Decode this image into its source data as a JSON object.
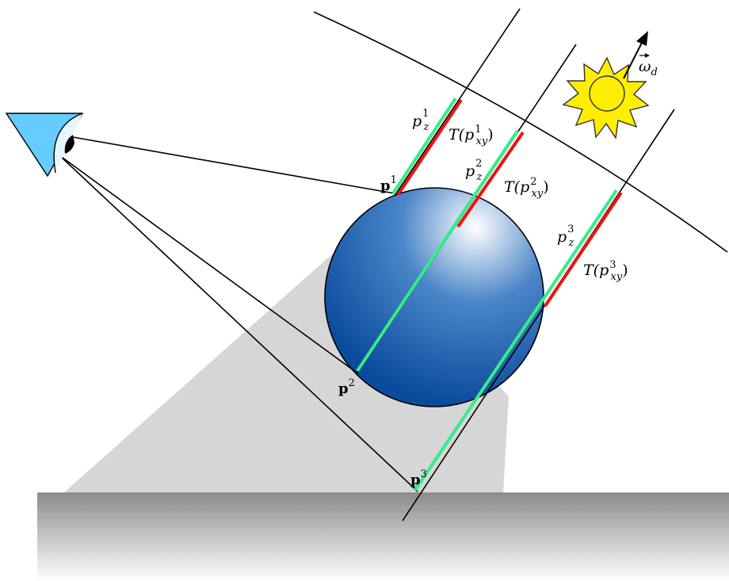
{
  "colors": {
    "eye_fill": "#66ccff",
    "sphere_highlight": "#ffffff",
    "sphere_mid": "#4a86c8",
    "sphere_dark": "#0a4b9c",
    "shadow": "#d6d6d6",
    "ground_top": "#8c8c8c",
    "ground_bottom": "#ffffff",
    "sun_fill": "#ffee00",
    "sun_stroke": "#333333",
    "depth_green": "#33ee88",
    "transmittance_red": "#ee1111"
  },
  "icons": {
    "eye": "eye-icon",
    "sun": "sun-icon"
  },
  "labels": {
    "light_direction": {
      "base": "ω",
      "sub": "d"
    },
    "points": [
      {
        "base": "p",
        "sup": "1"
      },
      {
        "base": "p",
        "sup": "2"
      },
      {
        "base": "p",
        "sup": "3"
      }
    ],
    "depths": [
      {
        "base": "p",
        "sub": "z",
        "sup": "1"
      },
      {
        "base": "p",
        "sub": "z",
        "sup": "2"
      },
      {
        "base": "p",
        "sub": "z",
        "sup": "3"
      }
    ],
    "transmittance": [
      {
        "func": "T(",
        "base": "p",
        "sub": "xy",
        "sup": "1",
        "close": ")"
      },
      {
        "func": "T(",
        "base": "p",
        "sub": "xy",
        "sup": "2",
        "close": ")"
      },
      {
        "func": "T(",
        "base": "p",
        "sub": "xy",
        "sup": "3",
        "close": ")"
      }
    ]
  }
}
